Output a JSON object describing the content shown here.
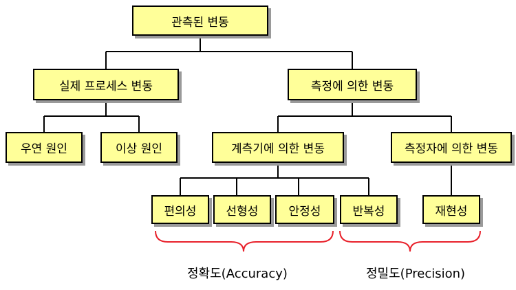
{
  "diagram": {
    "root": "관측된 변동",
    "level1": {
      "process": "실제 프로세스 변동",
      "measurement": "측정에 의한 변동"
    },
    "process_causes": {
      "common": "우연 원인",
      "special": "이상 원인"
    },
    "measurement_sources": {
      "gauge": "계측기에 의한 변동",
      "operator": "측정자에 의한 변동"
    },
    "properties": {
      "bias": "편의성",
      "linearity": "선형성",
      "stability": "안정성",
      "repeatability": "반복성",
      "reproducibility": "재현성"
    },
    "groups": {
      "accuracy": "정확도(Accuracy)",
      "precision": "정밀도(Precision)"
    }
  },
  "colors": {
    "box_fill": "#ffff99",
    "brace": "#e8202a",
    "line": "#000000"
  }
}
